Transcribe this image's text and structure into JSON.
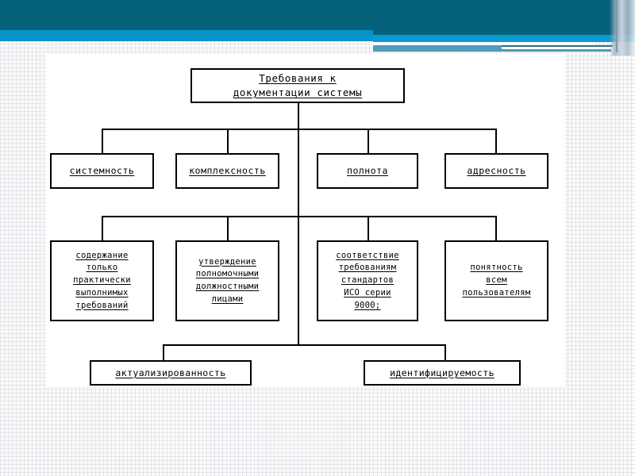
{
  "slide": {
    "background_color": "#fbfbfb",
    "canvas_color": "#ffffff",
    "accent_dark": "#056079",
    "accent_bright": "#0795cc",
    "accent_mid": "#4f9cbd",
    "line_color": "#000000"
  },
  "diagram": {
    "type": "tree",
    "root": {
      "name": "root-node",
      "lines": [
        "Требования к",
        "документации системы"
      ]
    },
    "level2": [
      {
        "name": "node-systemnost",
        "lines": [
          "системность"
        ]
      },
      {
        "name": "node-kompleksnost",
        "lines": [
          "комплексность"
        ]
      },
      {
        "name": "node-polnota",
        "lines": [
          "полнота"
        ]
      },
      {
        "name": "node-adresnost",
        "lines": [
          "адресность"
        ]
      }
    ],
    "level3": [
      {
        "name": "node-soderzhanie",
        "lines": [
          "содержание",
          "только",
          "практически",
          "выполнимых",
          "требований"
        ]
      },
      {
        "name": "node-utverzhdenie",
        "lines": [
          "утверждение",
          "полномочными",
          "должностными",
          "лицами"
        ]
      },
      {
        "name": "node-sootvetstvie",
        "lines": [
          "соответствие",
          "требованиям",
          "стандартов",
          "ИСО серии",
          "9000;"
        ]
      },
      {
        "name": "node-ponyatnost",
        "lines": [
          "понятность",
          "всем",
          "пользователям"
        ]
      }
    ],
    "level4": [
      {
        "name": "node-aktualizirovannost",
        "lines": [
          "актуализированность"
        ]
      },
      {
        "name": "node-identifitsiruemost",
        "lines": [
          "идентифицируемость"
        ]
      }
    ]
  }
}
